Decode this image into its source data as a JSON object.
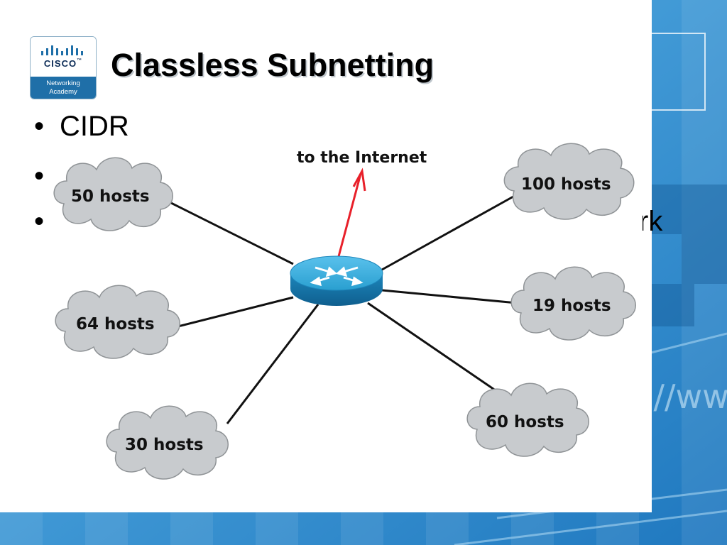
{
  "slide": {
    "title": "Classless Subnetting",
    "logo": {
      "brand": "CISCO",
      "trademark": "™",
      "line1": "Networking",
      "line2": "Academy"
    },
    "bullets": [
      {
        "text": "CIDR",
        "visible_suffix": ""
      },
      {
        "text": "",
        "visible_suffix": ""
      },
      {
        "text": "",
        "visible_suffix": "rk"
      }
    ],
    "background_watermark": "://www"
  },
  "diagram": {
    "internet_label": "to the Internet",
    "router_icon": "router-icon",
    "colors": {
      "uplink": "#e8202a",
      "router": "#2a9fd0",
      "cloud": "#c8cbce",
      "line": "#111111"
    },
    "subnets": [
      {
        "label": "50 hosts"
      },
      {
        "label": "100 hosts"
      },
      {
        "label": "64 hosts"
      },
      {
        "label": "19 hosts"
      },
      {
        "label": "30 hosts"
      },
      {
        "label": "60 hosts"
      }
    ]
  }
}
